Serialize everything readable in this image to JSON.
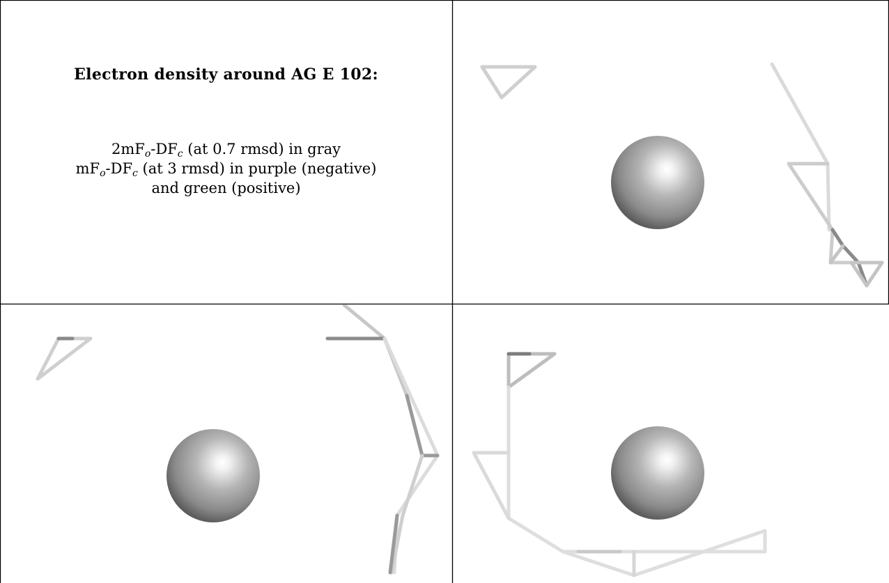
{
  "title": "Electron density around AG E 102:",
  "legend": {
    "line1": {
      "pre": "2mF",
      "sub1": "o",
      "mid": "-DF",
      "sub2": "c",
      "post": " (at 0.7 rmsd) in gray"
    },
    "line2": {
      "pre": "mF",
      "sub1": "o",
      "mid": "-DF",
      "sub2": "c",
      "post": " (at 3 rmsd) in purple (negative)"
    },
    "line3": "and green (positive)"
  },
  "panels": [
    {
      "id": "top-right",
      "objects": [
        "silver-atom-sphere",
        "density-mesh"
      ]
    },
    {
      "id": "bottom-left",
      "objects": [
        "silver-atom-sphere",
        "density-mesh"
      ]
    },
    {
      "id": "bottom-right",
      "objects": [
        "silver-atom-sphere",
        "density-mesh"
      ]
    }
  ],
  "colors": {
    "mesh_light": "#d9d9d9",
    "mesh_mid": "#b8b8b8",
    "mesh_dark": "#808080",
    "sphere_highlight": "#ffffff",
    "sphere_shadow": "#5a5a5a",
    "grid": "#000000"
  }
}
